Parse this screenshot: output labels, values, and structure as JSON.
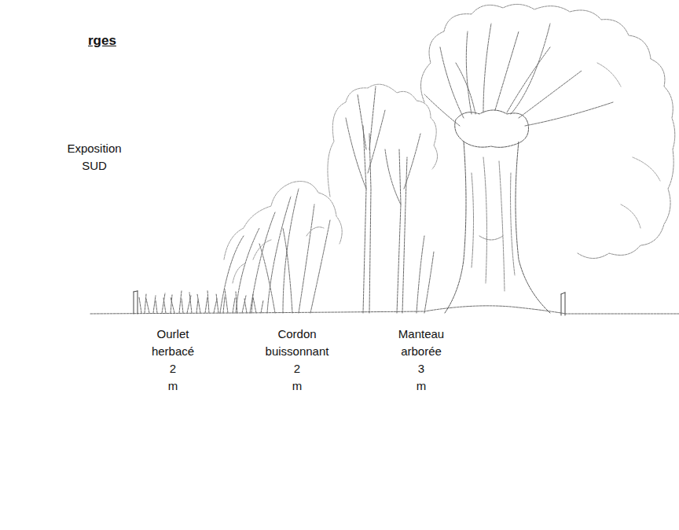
{
  "diagram": {
    "title": "rges",
    "labels": [
      "Exposition SUD",
      "Ourlet herbacé",
      "2 m",
      "Cordon buissonnant",
      "2 m",
      "Manteau arborée",
      "3 m"
    ]
  }
}
